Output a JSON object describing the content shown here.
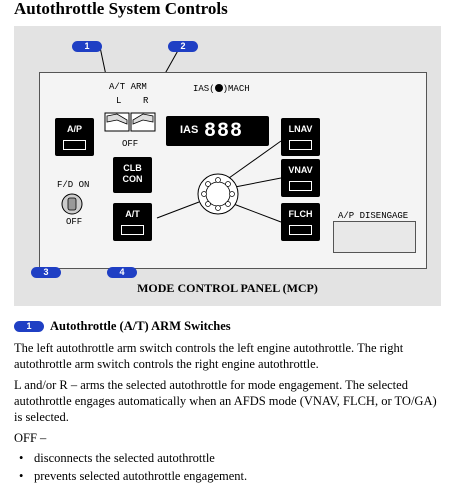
{
  "page": {
    "title": "Autothrottle System Controls"
  },
  "mcp": {
    "at_arm_label": "A/T ARM",
    "left_label": "L",
    "right_label": "R",
    "off_label": "OFF",
    "ias_mach_label": "IAS",
    "mach_label": "MACH",
    "ias_display_label": "IAS",
    "ias_digits": "888",
    "fd_on_label": "F/D ON",
    "fd_off_label": "OFF",
    "buttons": {
      "ap": "A/P",
      "clb_con_line1": "CLB",
      "clb_con_line2": "CON",
      "at": "A/T",
      "lnav": "LNAV",
      "vnav": "VNAV",
      "flch": "FLCH"
    },
    "ap_disengage_label": "A/P DISENGAGE",
    "caption": "MODE CONTROL PANEL (MCP)",
    "callouts": [
      "1",
      "2",
      "3",
      "4"
    ],
    "colors": {
      "callout": "#1f3fc4"
    }
  },
  "description": {
    "callout": "1",
    "heading": "Autothrottle (A/T) ARM Switches",
    "para1": "The left autothrottle arm switch controls the left engine autothrottle. The right autothrottle arm switch controls the right engine autothrottle.",
    "para2": "L and/or R – arms the selected autothrottle for mode engagement. The selected autothrottle engages automatically when an AFDS mode (VNAV, FLCH, or TO/GA) is selected.",
    "para3": "OFF –",
    "bullets": [
      "disconnects the selected autothrottle",
      "prevents selected autothrottle engagement."
    ]
  }
}
